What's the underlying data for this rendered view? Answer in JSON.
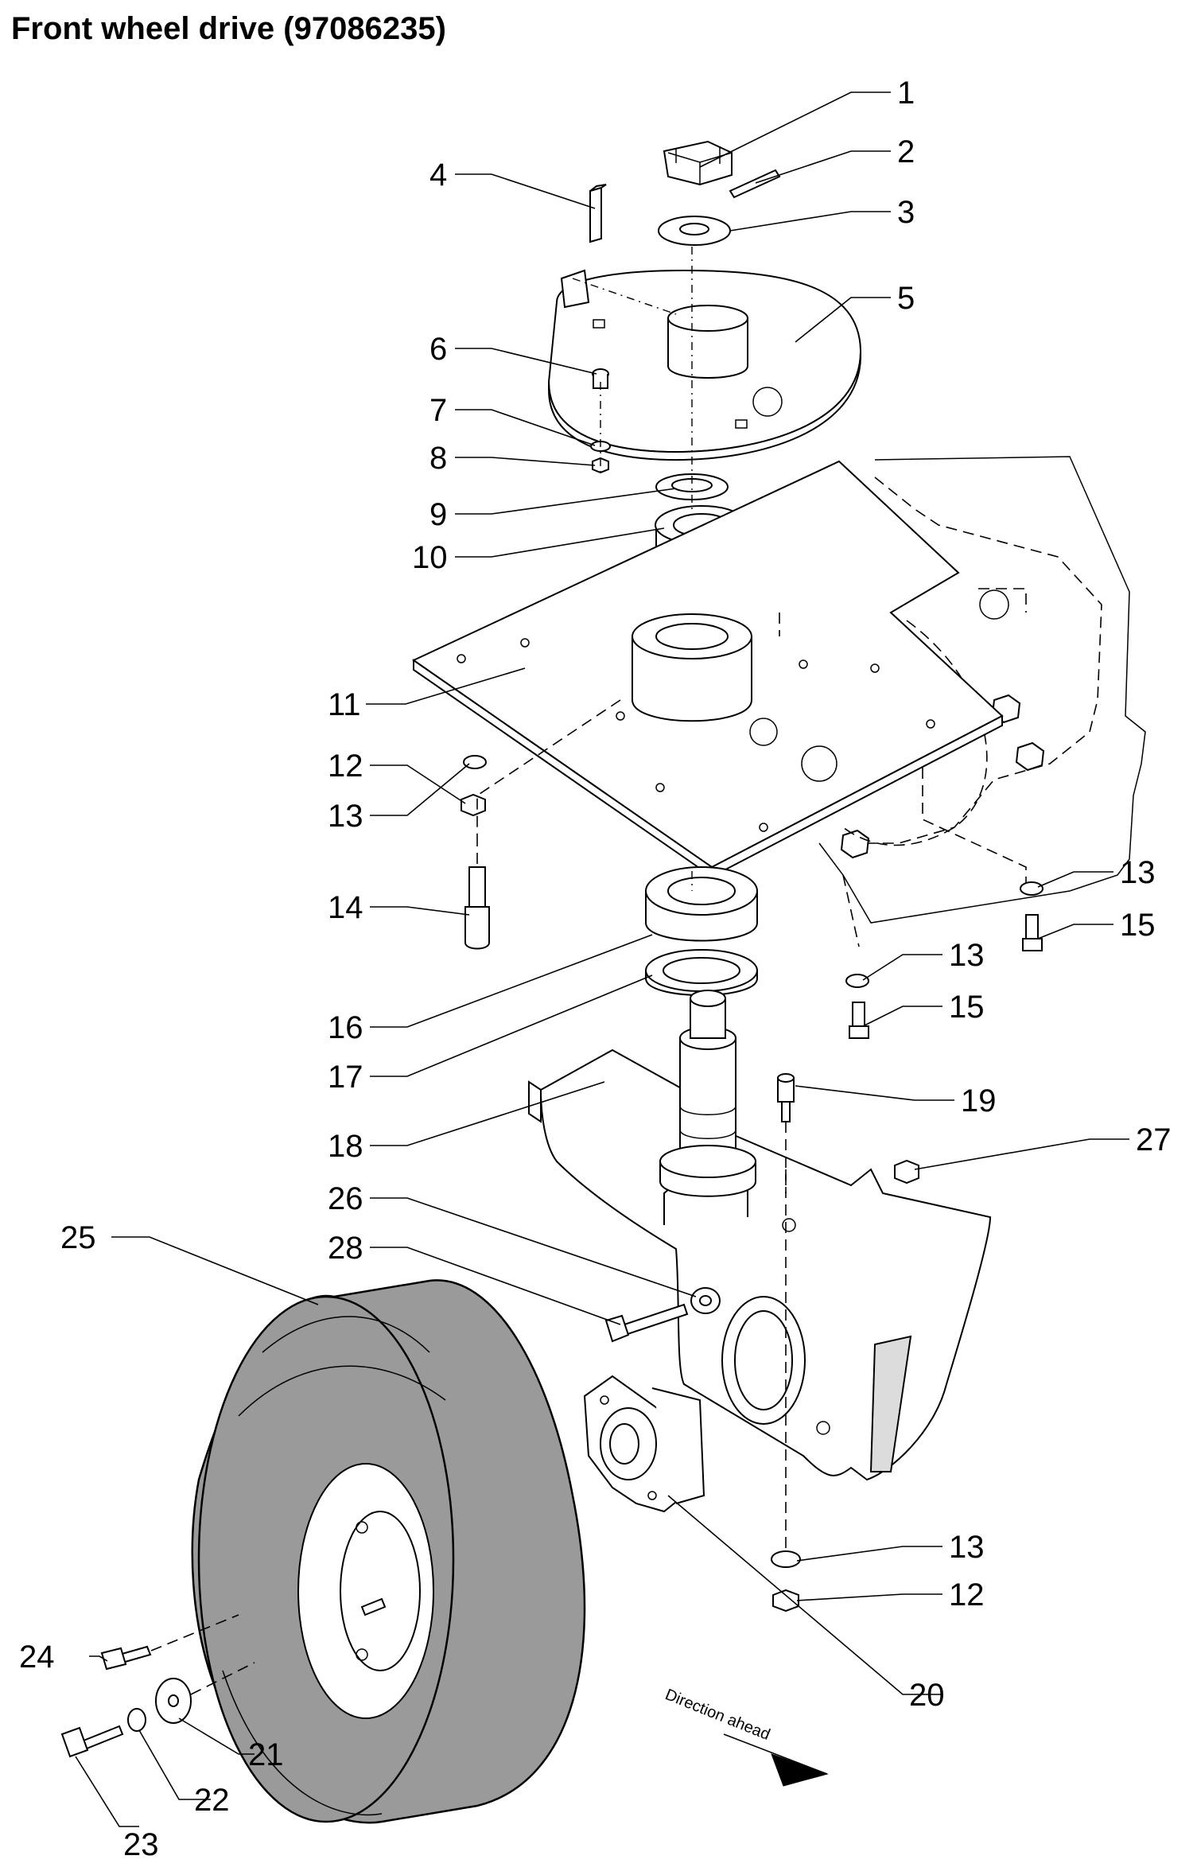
{
  "title": "Front wheel drive (97086235)",
  "direction_label": "Direction ahead",
  "callouts": [
    {
      "id": "c1",
      "label": "1"
    },
    {
      "id": "c2",
      "label": "2"
    },
    {
      "id": "c3",
      "label": "3"
    },
    {
      "id": "c4",
      "label": "4"
    },
    {
      "id": "c5",
      "label": "5"
    },
    {
      "id": "c6",
      "label": "6"
    },
    {
      "id": "c7",
      "label": "7"
    },
    {
      "id": "c8",
      "label": "8"
    },
    {
      "id": "c9",
      "label": "9"
    },
    {
      "id": "c10",
      "label": "10"
    },
    {
      "id": "c11",
      "label": "11"
    },
    {
      "id": "c12a",
      "label": "12"
    },
    {
      "id": "c13a",
      "label": "13"
    },
    {
      "id": "c14",
      "label": "14"
    },
    {
      "id": "c13b",
      "label": "13"
    },
    {
      "id": "c15a",
      "label": "15"
    },
    {
      "id": "c13c",
      "label": "13"
    },
    {
      "id": "c15b",
      "label": "15"
    },
    {
      "id": "c16",
      "label": "16"
    },
    {
      "id": "c17",
      "label": "17"
    },
    {
      "id": "c18",
      "label": "18"
    },
    {
      "id": "c19",
      "label": "19"
    },
    {
      "id": "c27",
      "label": "27"
    },
    {
      "id": "c26",
      "label": "26"
    },
    {
      "id": "c25",
      "label": "25"
    },
    {
      "id": "c28",
      "label": "28"
    },
    {
      "id": "c13d",
      "label": "13"
    },
    {
      "id": "c12b",
      "label": "12"
    },
    {
      "id": "c24",
      "label": "24"
    },
    {
      "id": "c20",
      "label": "20"
    },
    {
      "id": "c21",
      "label": "21"
    },
    {
      "id": "c22",
      "label": "22"
    },
    {
      "id": "c23",
      "label": "23"
    }
  ]
}
